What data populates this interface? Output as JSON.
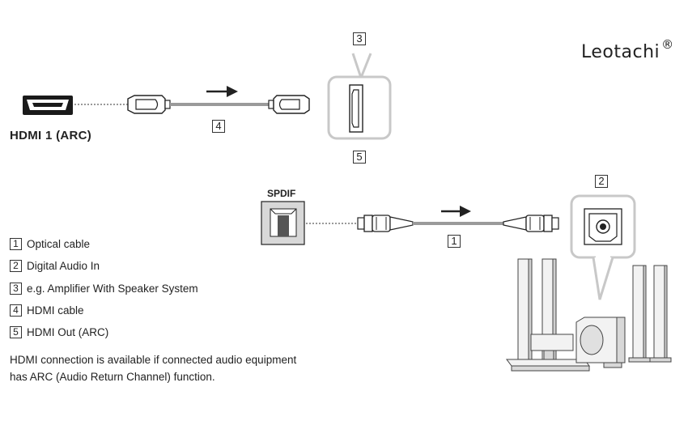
{
  "brand": {
    "name": "Leotachi",
    "mark": "®"
  },
  "hdmi_port_label": "HDMI 1 (ARC)",
  "spdif_label": "SPDIF",
  "callouts": {
    "amplifier_top": "3",
    "hdmi_cable": "4",
    "hdmi_out": "5",
    "digital_audio_in": "2",
    "optical_cable": "1"
  },
  "legend": [
    {
      "num": "1",
      "text": "Optical cable"
    },
    {
      "num": "2",
      "text": "Digital Audio In"
    },
    {
      "num": "3",
      "text": "e.g. Amplifier With Speaker System"
    },
    {
      "num": "4",
      "text": "HDMI cable"
    },
    {
      "num": "5",
      "text": "HDMI Out (ARC)"
    }
  ],
  "note": [
    "HDMI connection is available if connected audio equipment",
    "has ARC (Audio Return Channel) function."
  ],
  "colors": {
    "line": "#222222",
    "callout_gray": "#c8c8c8",
    "cable_gray": "#9a9a9a",
    "speaker": "#f2f2f2"
  }
}
